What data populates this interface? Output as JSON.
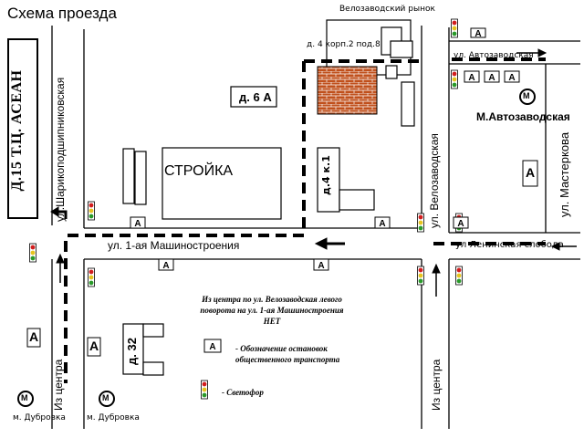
{
  "title": "Схема проезда",
  "destination": "Д.15  Т.Ц. АСЕАН",
  "labels": {
    "market": "Велозаводский рынок",
    "building_4_2_8": "д. 4 корп.2 под.8",
    "building_6a": "д. 6 А",
    "construction": "СТРОЙКА",
    "building_4k1": "д.4 к.1",
    "building_32": "д. 32"
  },
  "streets": {
    "sharikopodshipnikovskaya": "ул.Шарикоподшипниковская",
    "mashinostroeniya": "ул. 1-ая Машиностроения",
    "velozavodskaya": "ул. Велозаводская",
    "avtozavodskaya": "ул. Автозаводская",
    "leninskaya_sloboda": "ул Ленинская слобода",
    "masterkova": "ул. Мастеркова",
    "to_center_left": "Из центра",
    "to_center_right": "Из центра"
  },
  "metro": {
    "symbol": "М",
    "avtozavodskaya": "М.Автозаводская",
    "dubrovka_left": "м. Дубровка",
    "dubrovka_right": "м. Дубровка"
  },
  "stop_symbol": "А",
  "note": {
    "text": "Из центра по ул. Велозаводская левого поворота на ул. 1-ая Машиностроения НЕТ",
    "stop_legend": "-   Обозначение остановок общественного транспорта",
    "light_legend": "-   Светофор"
  },
  "colors": {
    "brick": "#c0501c",
    "line": "#000000",
    "light_red": "#d21e1e",
    "light_yellow": "#e6c41e",
    "light_green": "#2a9a2a"
  }
}
